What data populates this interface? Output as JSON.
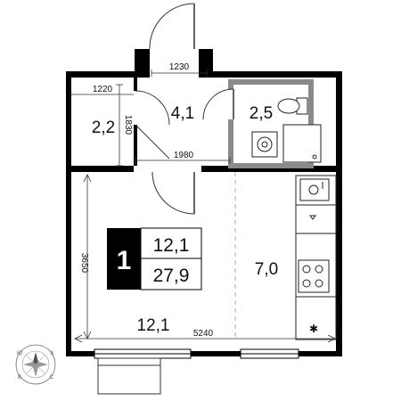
{
  "rooms": {
    "hall": "4,1",
    "bathroom": "2,5",
    "storage": "2,2",
    "main_room": "12,1",
    "kitchen": "7,0"
  },
  "dimensions": {
    "entrance_width": "1230",
    "storage_width": "1220",
    "storage_height": "1830",
    "hall_length": "1980",
    "room_height": "3650",
    "room_width": "5240"
  },
  "badge": {
    "rooms_count": "1",
    "living_area": "12,1",
    "total_area": "27,9"
  },
  "compass": {
    "n": "Ю",
    "e": "З",
    "s": "С",
    "w": "В"
  },
  "colors": {
    "wall": "#000000",
    "bathroom_wall": "#8a8a8a",
    "line": "#333333"
  }
}
